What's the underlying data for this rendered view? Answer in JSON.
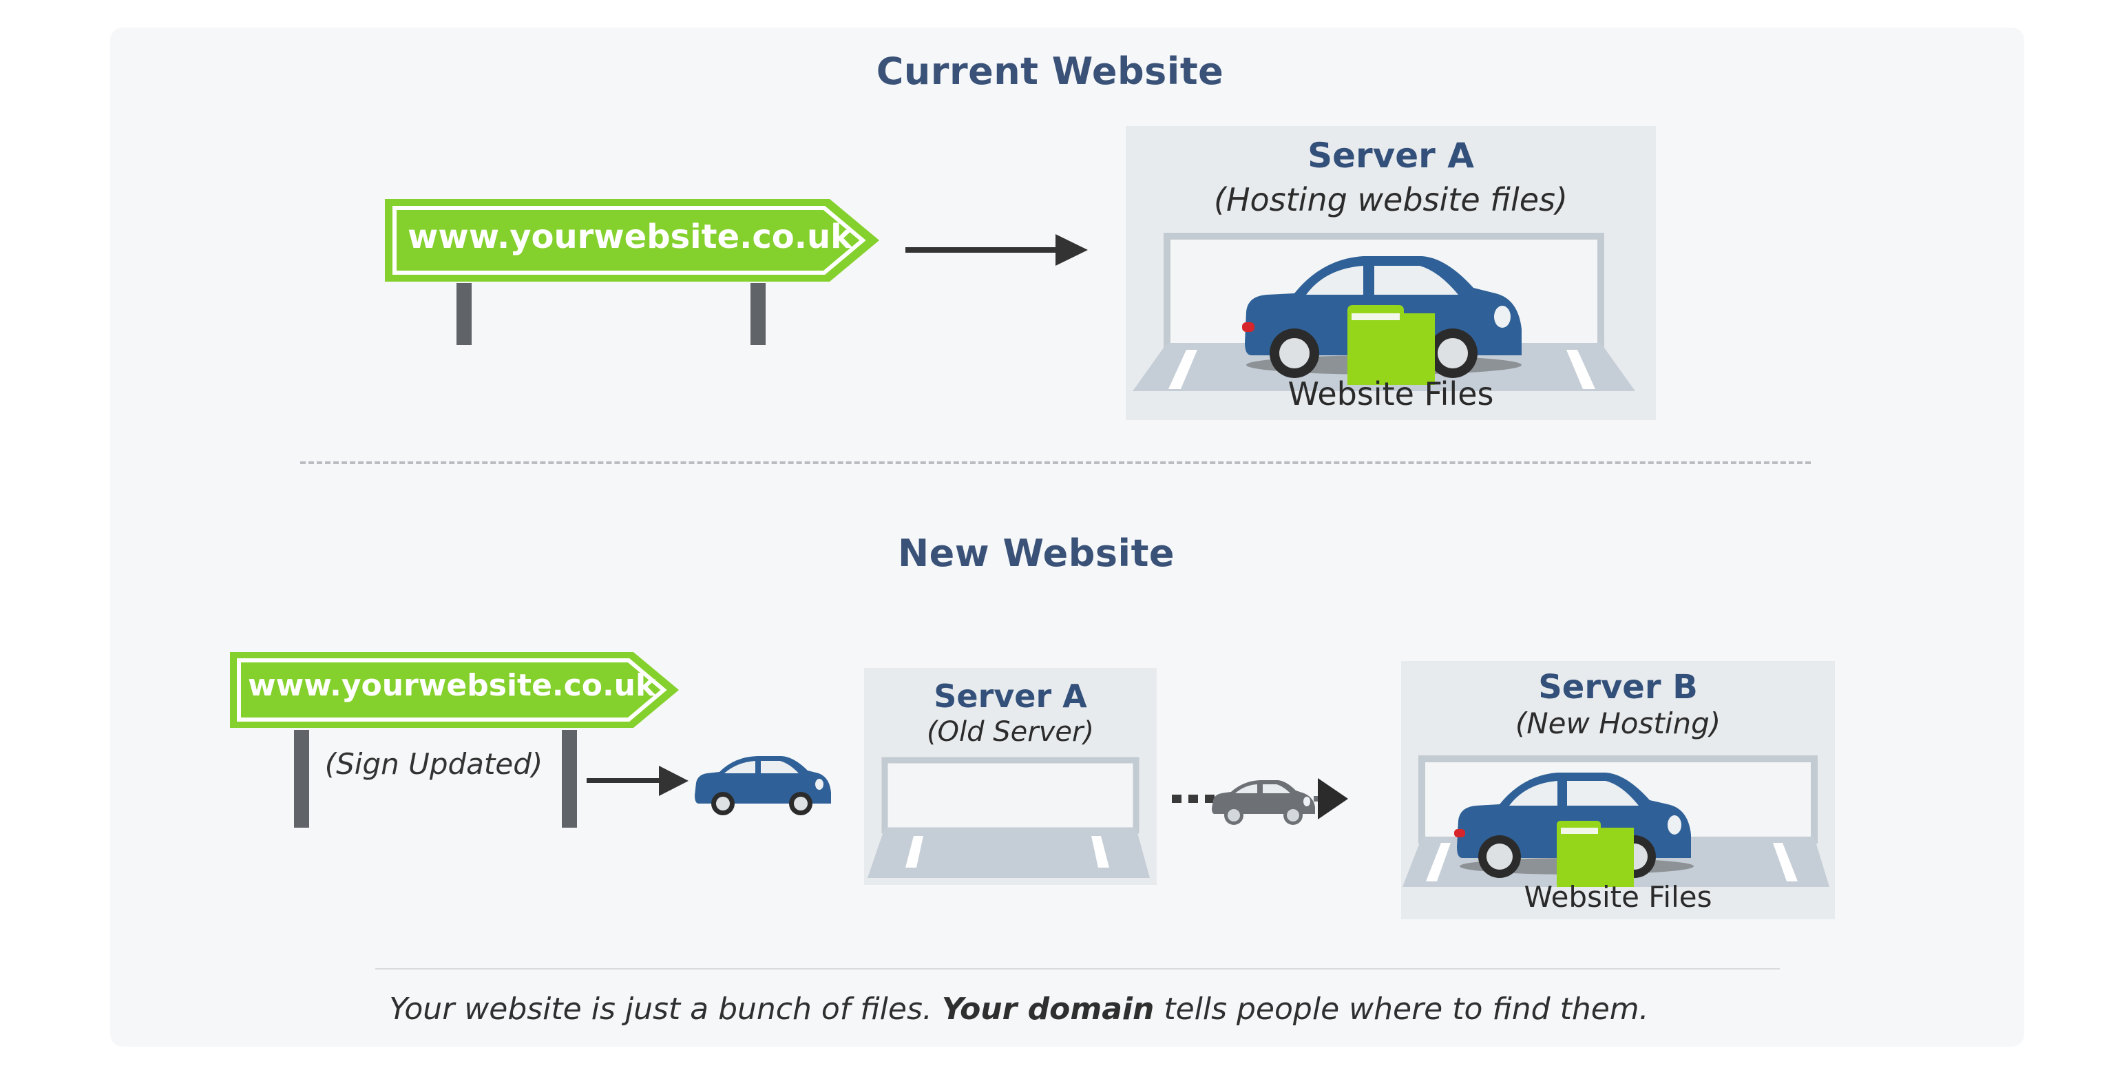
{
  "diagram": {
    "current_section": {
      "title": "Current Website",
      "sign": {
        "label": "www.yourwebsite.co.uk"
      },
      "server": {
        "name": "Server A",
        "subtitle": "(Hosting website files)",
        "files_label": "Website Files"
      }
    },
    "new_section": {
      "title": "New Website",
      "sign": {
        "label": "www.yourwebsite.co.uk",
        "note": "(Sign Updated)"
      },
      "old_server": {
        "name": "Server A",
        "subtitle": "(Old Server)"
      },
      "new_server": {
        "name": "Server B",
        "subtitle": "(New Hosting)",
        "files_label": "Website Files"
      }
    },
    "caption": {
      "part1": "Your website is just a bunch of files.",
      "part2_bold": "Your domain",
      "part3": "tells people where to find them."
    },
    "colors": {
      "sign_green": "#84d02c",
      "car_blue": "#2f6198",
      "car_gray": "#6d7074",
      "folder_green": "#95d61a",
      "heading_blue": "#3a5278"
    }
  }
}
